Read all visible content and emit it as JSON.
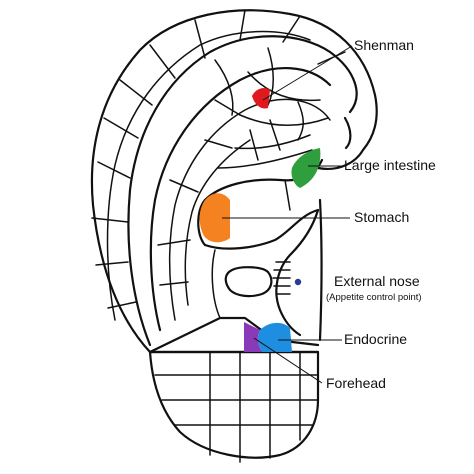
{
  "colors": {
    "shenman": "#e0191f",
    "large_intestine": "#2f9e3c",
    "stomach": "#f58220",
    "endocrine": "#1e8fe0",
    "forehead": "#8a3ab9",
    "external_nose_dot": "#2a3a8c",
    "outline": "#111111"
  },
  "points": [
    {
      "id": "shenman",
      "label": "Shenman"
    },
    {
      "id": "large_intestine",
      "label": "Large intestine"
    },
    {
      "id": "stomach",
      "label": "Stomach"
    },
    {
      "id": "external_nose",
      "label": "External nose",
      "sublabel": "(Appetite control point)"
    },
    {
      "id": "endocrine",
      "label": "Endocrine"
    },
    {
      "id": "forehead",
      "label": "Forehead"
    }
  ]
}
